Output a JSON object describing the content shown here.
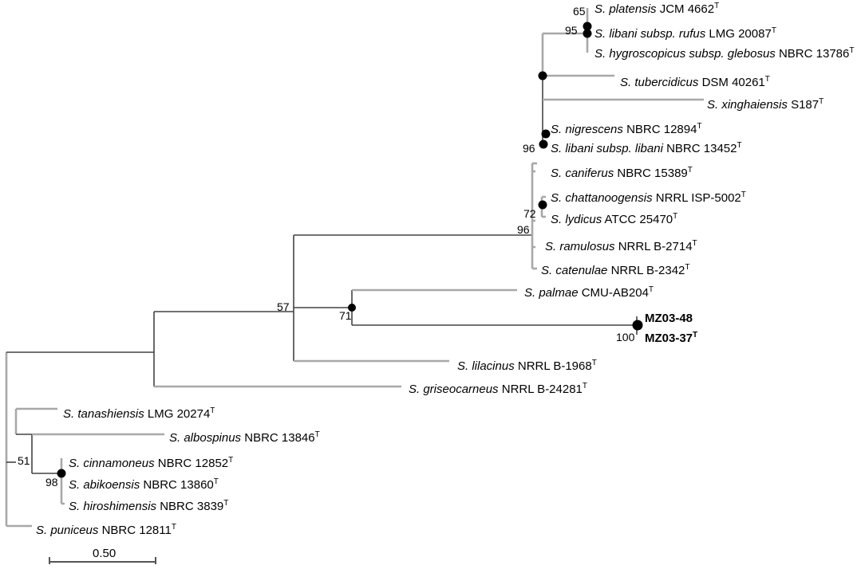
{
  "taxa": {
    "platensis": {
      "species": "S. platensis",
      "strain": "JCM 4662",
      "sup": "T"
    },
    "libani_rufus": {
      "species": "S. libani subsp. rufus",
      "strain": "LMG 20087",
      "sup": "T"
    },
    "hygroscopicus": {
      "species": "S. hygroscopicus subsp. glebosus",
      "strain": "NBRC 13786",
      "sup": "T"
    },
    "tubercidicus": {
      "species": "S. tubercidicus",
      "strain": "DSM 40261",
      "sup": "T"
    },
    "xinghaiensis": {
      "species": "S. xinghaiensis",
      "strain": "S187",
      "sup": "T"
    },
    "nigrescens": {
      "species": "S. nigrescens",
      "strain": "NBRC 12894",
      "sup": "T"
    },
    "libani_libani": {
      "species": "S. libani subsp. libani",
      "strain": "NBRC 13452",
      "sup": "T"
    },
    "caniferus": {
      "species": "S. caniferus",
      "strain": "NBRC 15389",
      "sup": "T"
    },
    "chattanoogensis": {
      "species": "S. chattanoogensis",
      "strain": "NRRL ISP-5002",
      "sup": "T"
    },
    "lydicus": {
      "species": "S. lydicus",
      "strain": "ATCC 25470",
      "sup": "T"
    },
    "ramulosus": {
      "species": "S. ramulosus",
      "strain": "NRRL B-2714",
      "sup": "T"
    },
    "catenulae": {
      "species": "S. catenulae",
      "strain": "NRRL B-2342",
      "sup": "T"
    },
    "palmae": {
      "species": "S. palmae",
      "strain": "CMU-AB204",
      "sup": "T"
    },
    "mz0348": {
      "species": "",
      "strain": "MZ03-48",
      "sup": ""
    },
    "mz0337": {
      "species": "",
      "strain": "MZ03-37",
      "sup": "T"
    },
    "lilacinus": {
      "species": "S. lilacinus",
      "strain": "NRRL B-1968",
      "sup": "T"
    },
    "griseocarneus": {
      "species": "S. griseocarneus",
      "strain": "NRRL B-24281",
      "sup": "T"
    },
    "tanashiensis": {
      "species": "S. tanashiensis",
      "strain": "LMG 20274",
      "sup": "T"
    },
    "albospinus": {
      "species": "S. albospinus",
      "strain": "NBRC 13846",
      "sup": "T"
    },
    "cinnamoneus": {
      "species": "S. cinnamoneus",
      "strain": "NBRC 12852",
      "sup": "T"
    },
    "abikoensis": {
      "species": "S. abikoensis",
      "strain": "NBRC 13860",
      "sup": "T"
    },
    "hiroshimensis": {
      "species": "S. hiroshimensis",
      "strain": "NBRC 3839",
      "sup": "T"
    },
    "puniceus": {
      "species": "S. puniceus",
      "strain": "NBRC 12811",
      "sup": "T"
    }
  },
  "bootstrap": {
    "b65": "65",
    "b95": "95",
    "b96a": "96",
    "b72": "72",
    "b96b": "96",
    "b57": "57",
    "b71": "71",
    "b100": "100",
    "b51": "51",
    "b98": "98"
  },
  "scale_bar": {
    "label": "0.50",
    "value": 0.5
  },
  "colors": {
    "branch": "#444444",
    "branch_grey": "#a8a8a8",
    "node": "#000000"
  }
}
